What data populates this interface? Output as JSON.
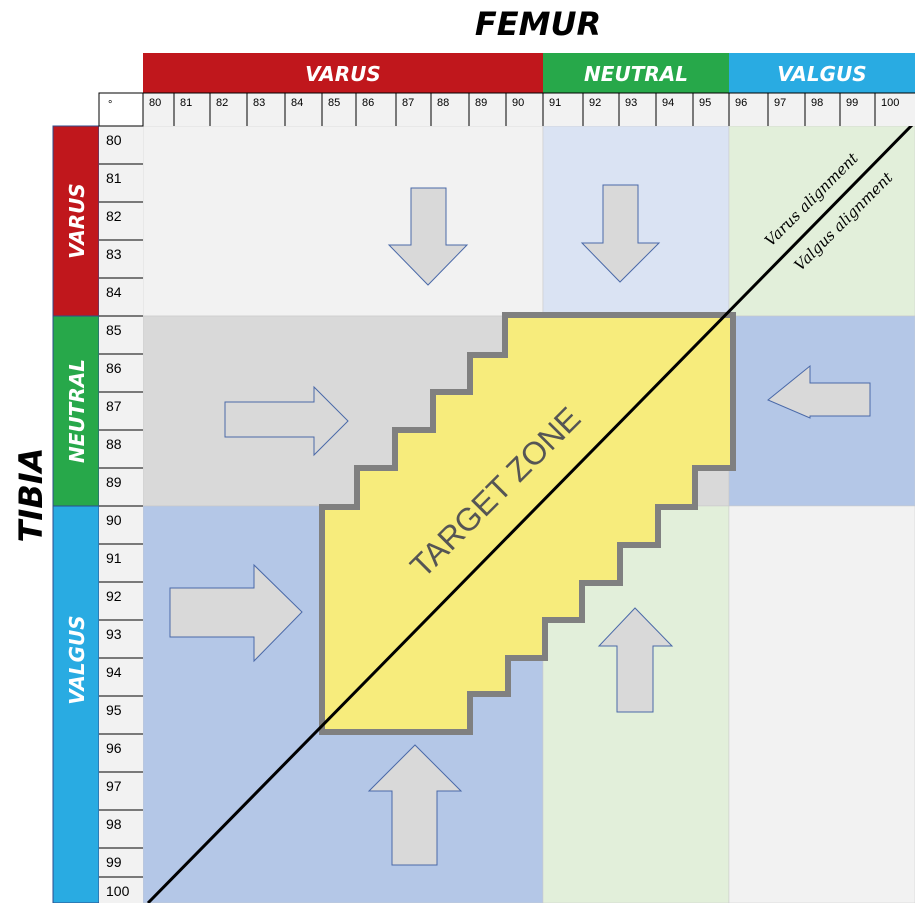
{
  "title_top": "FEMUR",
  "title_left": "TIBIA",
  "corner_label": "°",
  "femur_bands": [
    {
      "label": "VARUS",
      "color": "#c0171c"
    },
    {
      "label": "NEUTRAL",
      "color": "#27a84a"
    },
    {
      "label": "VALGUS",
      "color": "#29abe2"
    }
  ],
  "tibia_bands": [
    {
      "label": "VARUS",
      "color": "#c0171c"
    },
    {
      "label": "NEUTRAL",
      "color": "#27a84a"
    },
    {
      "label": "VALGUS",
      "color": "#29abe2"
    }
  ],
  "femur_degrees": [
    "80",
    "81",
    "82",
    "83",
    "84",
    "85",
    "86",
    "87",
    "88",
    "89",
    "90",
    "91",
    "92",
    "93",
    "94",
    "95",
    "96",
    "97",
    "98",
    "99",
    "100"
  ],
  "tibia_degrees": [
    "80",
    "81",
    "82",
    "83",
    "84",
    "85",
    "86",
    "87",
    "88",
    "89",
    "90",
    "91",
    "92",
    "93",
    "94",
    "95",
    "96",
    "97",
    "98",
    "99",
    "100"
  ],
  "target_zone": {
    "label": "TARGET ZONE",
    "fill": "#f7ec7c",
    "border": "#808080"
  },
  "diagonal_labels": {
    "upper": "Varus alignment",
    "lower": "Valgus alignment"
  },
  "colors": {
    "light_gray": "#f2f2f2",
    "gray": "#d9d9d9",
    "light_blue": "#dae3f3",
    "blue": "#b4c7e7",
    "light_green": "#e2efda"
  }
}
